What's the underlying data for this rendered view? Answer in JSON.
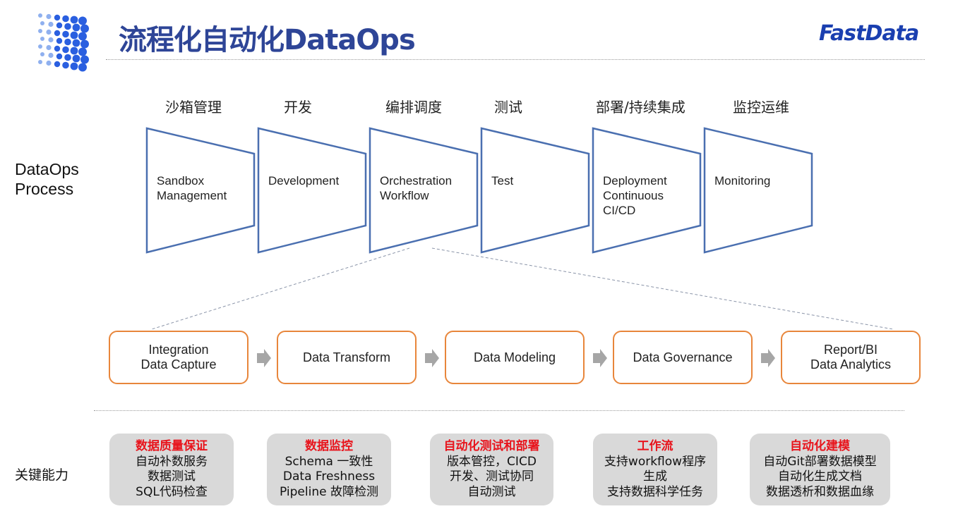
{
  "header": {
    "title": "流程化自动化DataOps",
    "logo_text": "FastData"
  },
  "process": {
    "label": "DataOps\nProcess",
    "stages": [
      {
        "cn": "沙箱管理",
        "en": "Sandbox\nManagement"
      },
      {
        "cn": "开发",
        "en": "Development"
      },
      {
        "cn": "编排调度",
        "en": "Orchestration\nWorkflow"
      },
      {
        "cn": "测试",
        "en": "Test"
      },
      {
        "cn": "部署/持续集成",
        "en": "Deployment\nContinuous\nCI/CD"
      },
      {
        "cn": "监控运维",
        "en": "Monitoring"
      }
    ]
  },
  "pipeline": [
    "Integration\nData Capture",
    "Data Transform",
    "Data Modeling",
    "Data Governance",
    "Report/BI\nData Analytics"
  ],
  "capabilities": {
    "label": "关键能力",
    "items": [
      {
        "title": "数据质量保证",
        "lines": [
          "自动补数服务",
          "数据测试",
          "SQL代码检查"
        ]
      },
      {
        "title": "数据监控",
        "lines": [
          "Schema 一致性",
          "Data Freshness",
          "Pipeline 故障检测"
        ]
      },
      {
        "title": "自动化测试和部署",
        "lines": [
          "版本管控，CICD",
          "开发、测试协同",
          "自动测试"
        ]
      },
      {
        "title": "工作流",
        "lines": [
          "支持workflow程序",
          "生成",
          "支持数据科学任务"
        ]
      },
      {
        "title": "自动化建模",
        "lines": [
          "自动Git部署数据模型",
          "自动化生成文档",
          "数据透析和数据血缘"
        ]
      }
    ]
  },
  "colors": {
    "title": "#2e4597",
    "trap": "#4a6fb0",
    "orange": "#e8863b",
    "red": "#e8141c",
    "gray": "#d9d9d9"
  }
}
